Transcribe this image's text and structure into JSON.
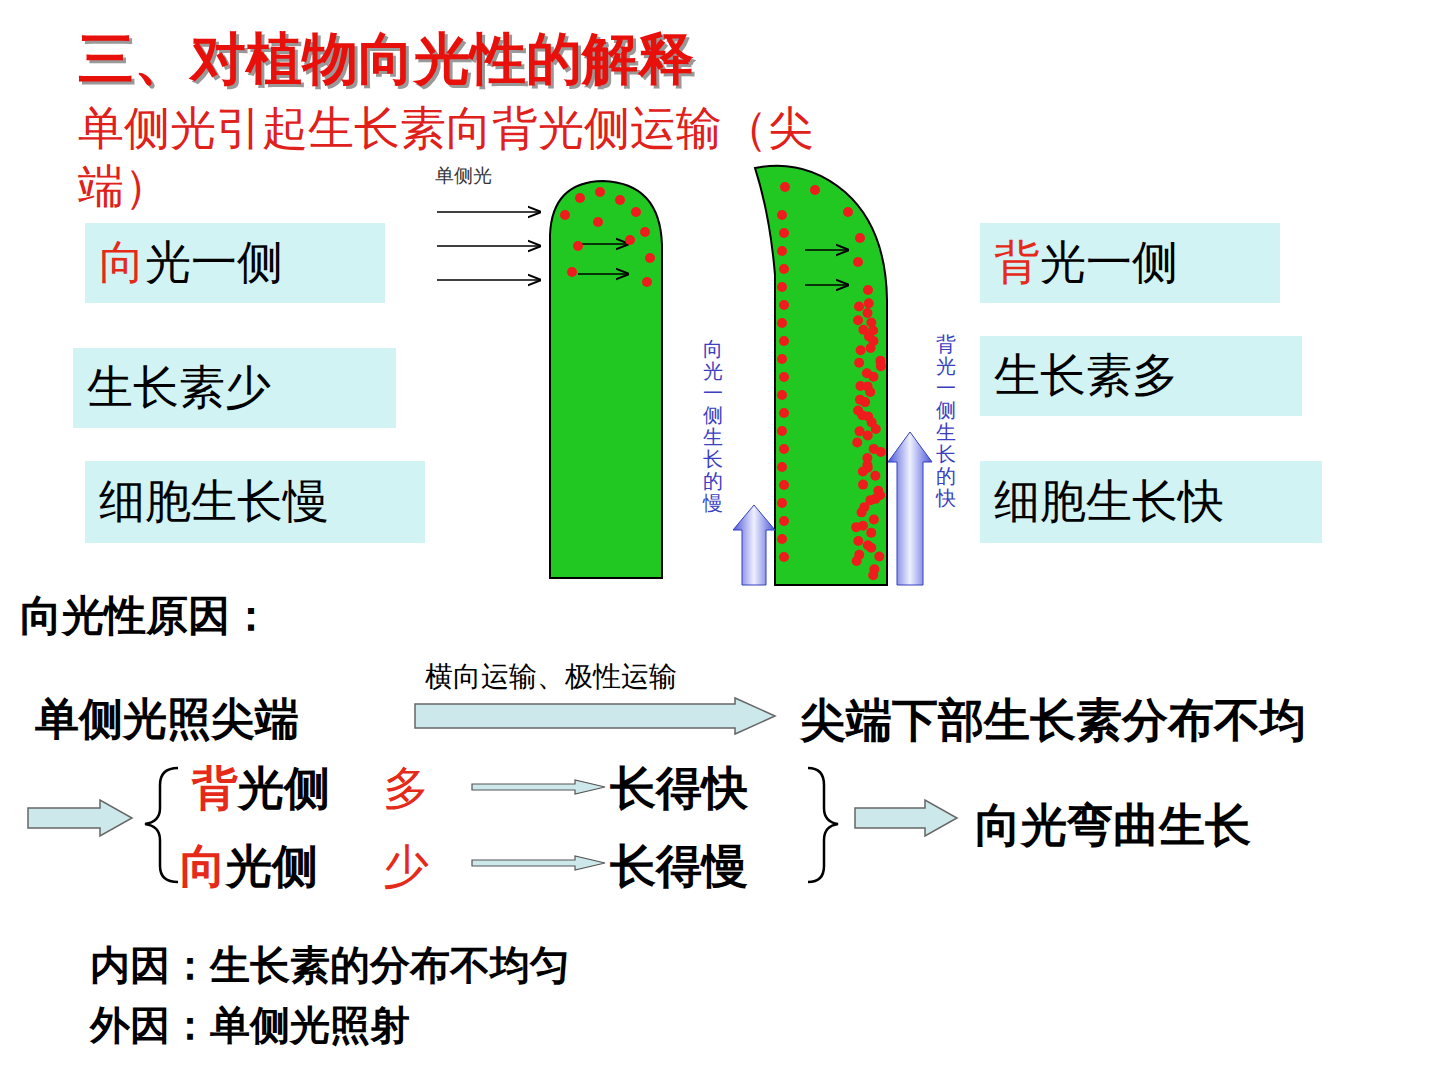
{
  "diagram": {
    "title": "三、对植物向光性的解释",
    "nodes": [
      {
        "text": [
          "向光一侧"
        ]
      },
      {
        "text": [
          "生长素少"
        ]
      },
      {
        "text": [
          "细胞生长慢"
        ]
      },
      {
        "text": [
          "背光一侧"
        ]
      },
      {
        "text": [
          "生长素多"
        ]
      },
      {
        "text": [
          "细胞生长快"
        ]
      }
    ],
    "labels": [
      "单侧光引起生长素向背光侧运输（尖端）",
      "单侧光",
      "向光一侧生长的慢",
      "背光一侧生长的快",
      "向光性原因：",
      "横向运输、极性运输",
      "单侧光照尖端",
      "尖端下部生长素分布不均",
      "背光侧",
      "多",
      "长得快",
      "向光侧",
      "少",
      "长得慢",
      "向光弯曲生长",
      "内因：生长素的分布不均匀",
      "外因：单侧光照射"
    ]
  }
}
